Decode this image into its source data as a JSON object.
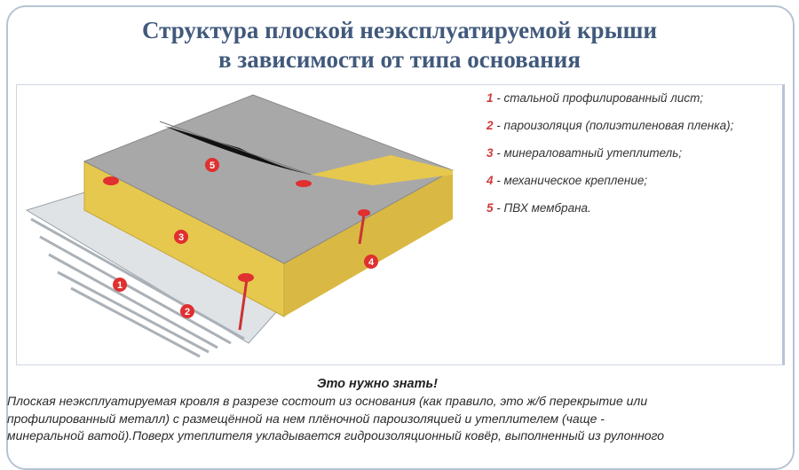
{
  "title": {
    "line1": "Структура плоской неэксплуатируемой крыши",
    "line2": "в зависимости от типа основания"
  },
  "diagram": {
    "markers": [
      "1",
      "2",
      "3",
      "4",
      "5"
    ]
  },
  "legend": [
    {
      "num": "1",
      "text": " - стальной профилированный лист;"
    },
    {
      "num": "2",
      "text": "  - пароизоляция (полиэтиленовая пленка);"
    },
    {
      "num": "3",
      "text": " - минераловатный утеплитель;"
    },
    {
      "num": "4",
      "text": " - механическое крепление;"
    },
    {
      "num": "5",
      "text": " - ПВХ мембрана."
    }
  ],
  "note": {
    "heading": "Это нужно знать!",
    "lines": [
      "Плоская неэксплуатируемая кровля в разрезе состоит из основания (как правило, это ж/б перекрытие или",
      "профилированный металл) с размещённой на нем плёночной пароизоляцией и утеплителем (чаще -",
      "минеральной ватой).Поверх утеплителя укладывается гидроизоляционный ковёр, выполненный из рулонного"
    ]
  },
  "colors": {
    "title": "#41597c",
    "marker": "#e03030",
    "insulation": "#e8cf5a",
    "membrane": "#a9a9a9"
  }
}
